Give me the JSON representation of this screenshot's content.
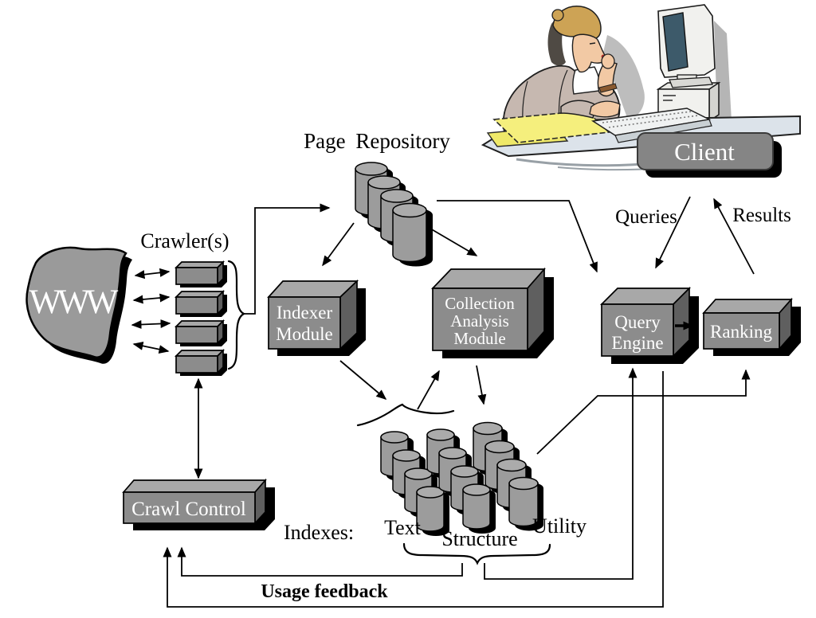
{
  "figure": {
    "labels": {
      "www": "WWW",
      "crawlers": "Crawler(s)",
      "page_repository": "Page Repository",
      "queries": "Queries",
      "results": "Results",
      "client": "Client",
      "indexes_caption": "Indexes:",
      "index_text": "Text",
      "index_structure": "Structure",
      "index_utility": "Utility",
      "usage_feedback": "Usage feedback"
    },
    "nodes": {
      "indexer_module": {
        "lines": [
          "Indexer",
          "Module"
        ]
      },
      "collection_analysis_module": {
        "lines": [
          "Collection",
          "Analysis",
          "Module"
        ]
      },
      "query_engine": {
        "lines": [
          "Query",
          "Engine"
        ]
      },
      "ranking": {
        "label": "Ranking"
      },
      "crawl_control": {
        "label": "Crawl Control"
      }
    },
    "colors": {
      "node_front": "#8c8c8c",
      "node_top": "#a8a8a8",
      "node_side": "#5f5f5f",
      "node_shadow": "#000000",
      "cylinder_body": "#9c9c9c",
      "cylinder_top": "#ababab",
      "www_blob": "#9a9a9a",
      "client_button": "#858585",
      "node_label_text": "#ffffff",
      "diagram_text": "#000000",
      "monitor_screen": "#3d5a6a",
      "desk": "#dce3ea",
      "papers": "#f5ef7d",
      "skin": "#f2c9a4",
      "jacket": "#c6b8b0",
      "hair": "#cda355"
    }
  }
}
